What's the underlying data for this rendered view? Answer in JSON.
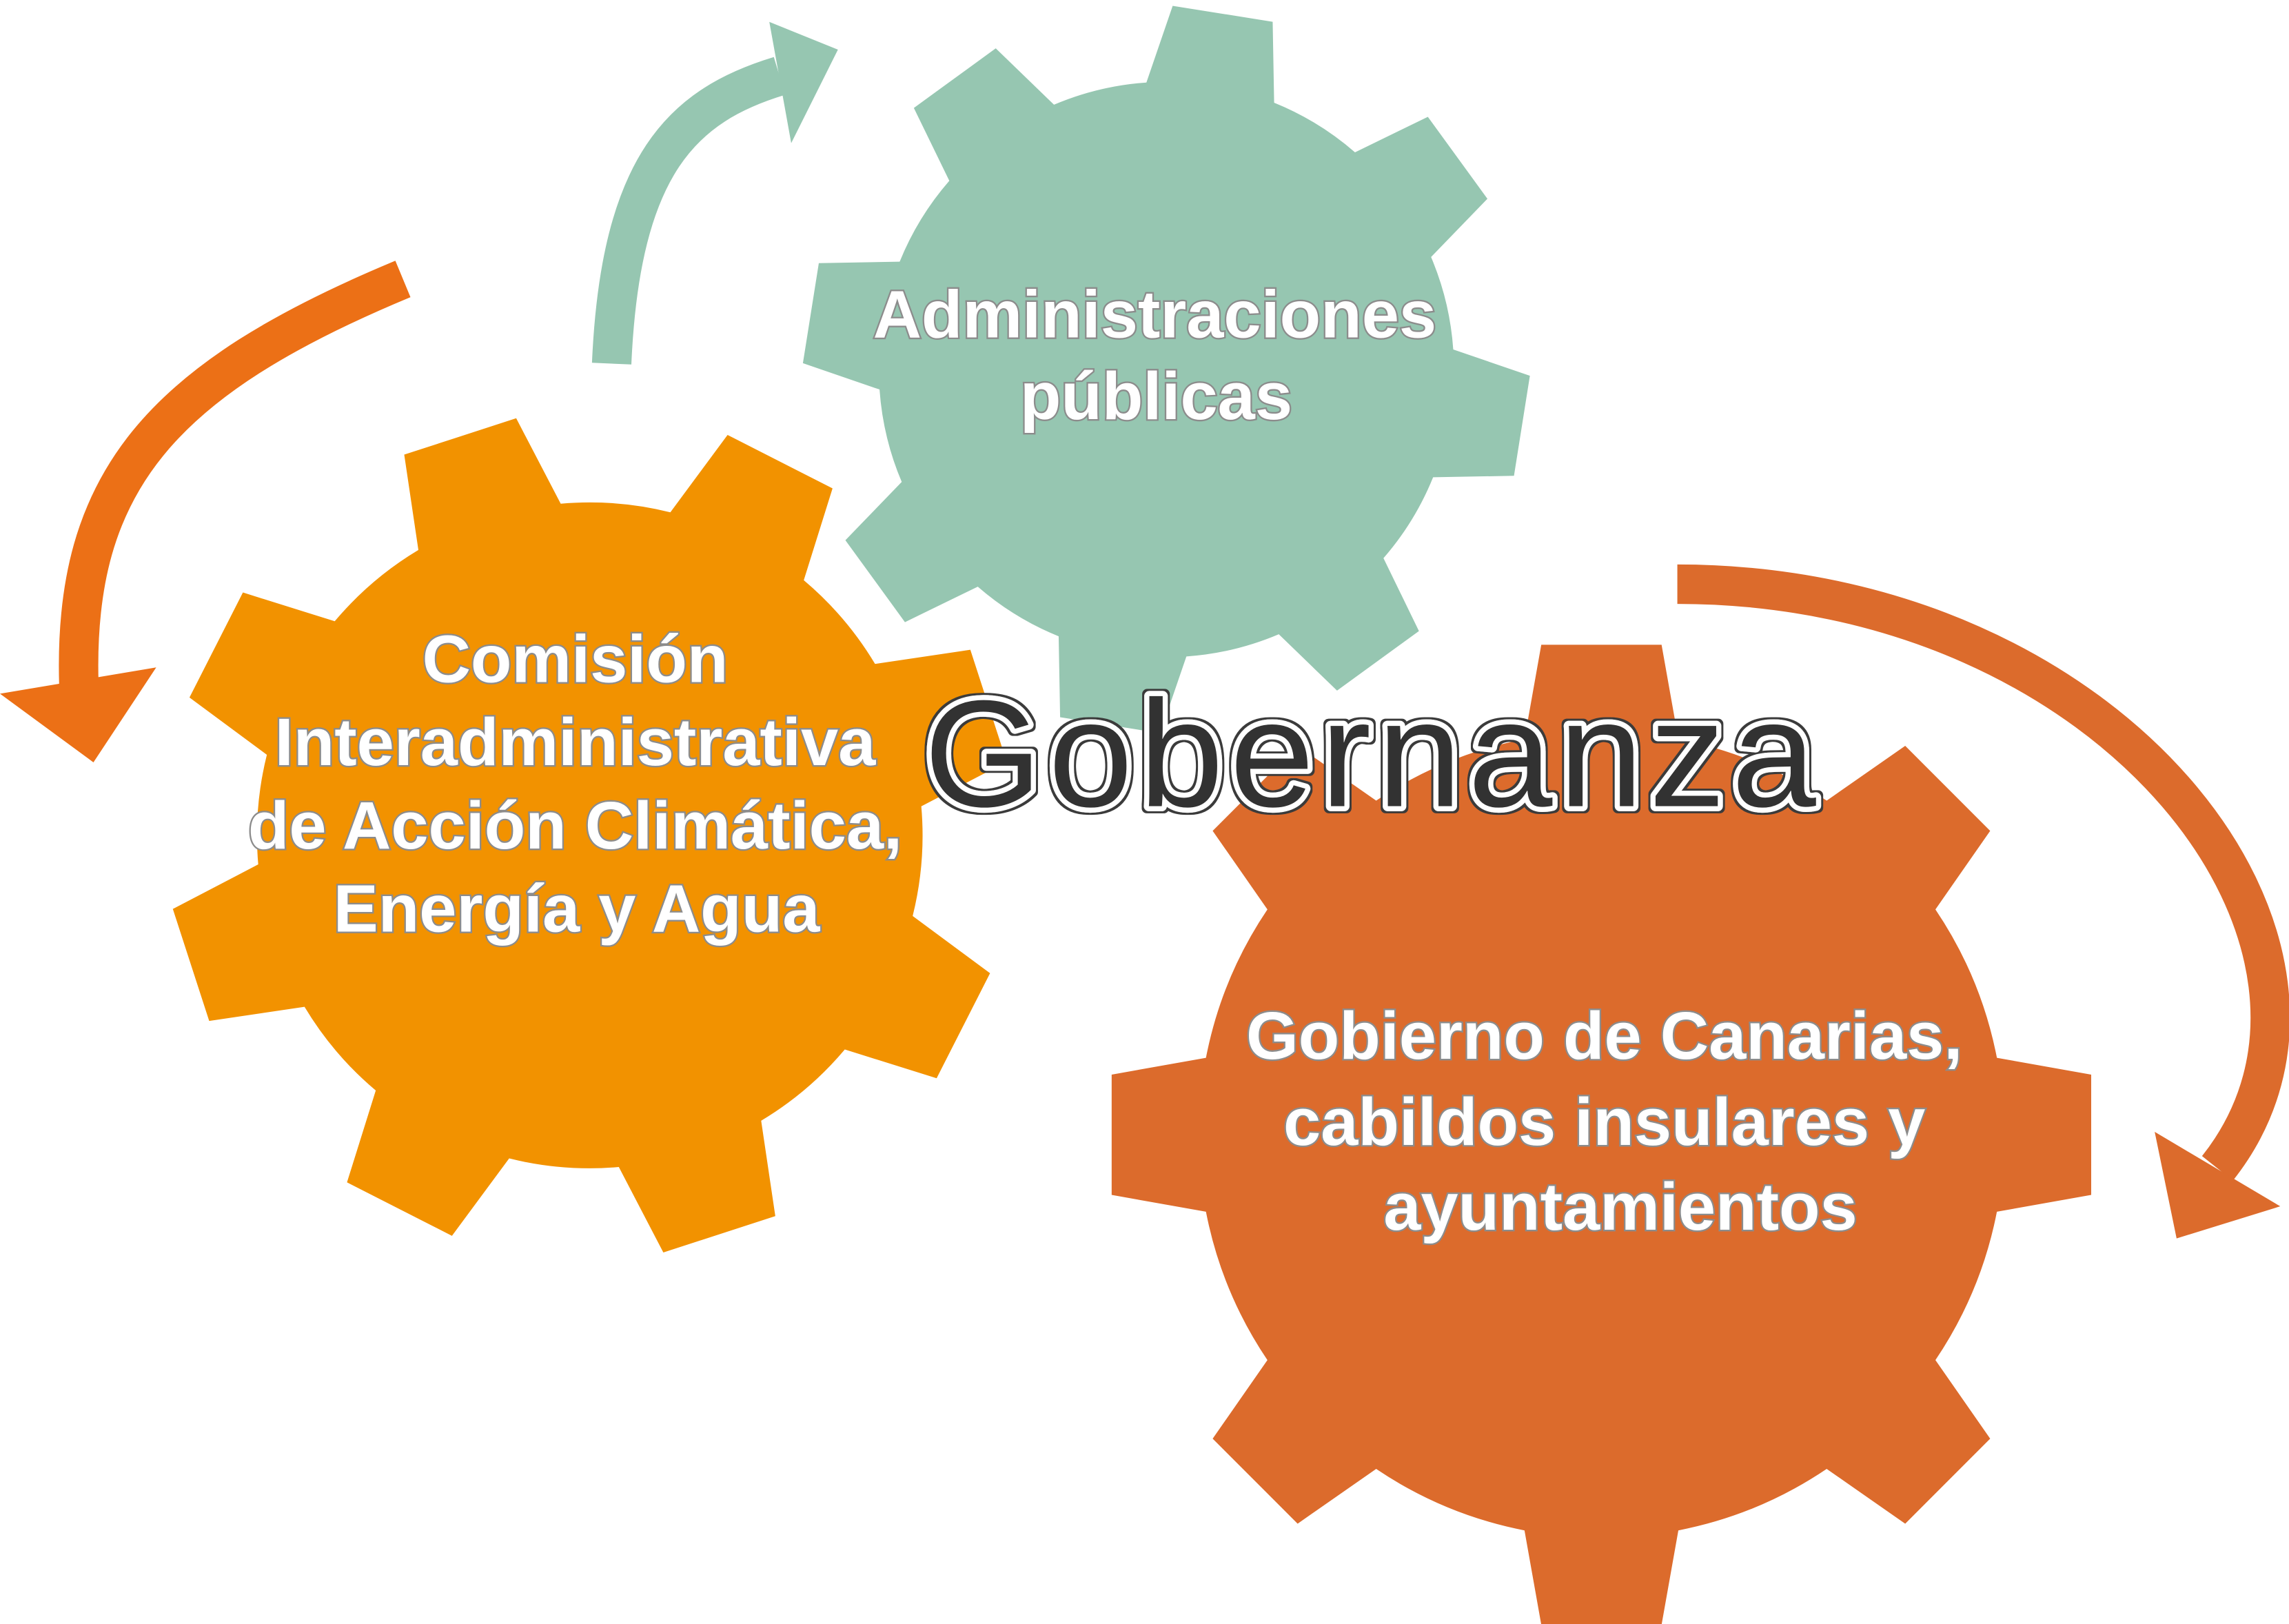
{
  "center_label": "Gobernanza",
  "gears": [
    {
      "lines": [
        "Administraciones",
        "públicas"
      ],
      "color": "#96C6B1"
    },
    {
      "lines": [
        "Comisión",
        "Interadministrativa",
        "de Acción Climática,",
        "Energía y Agua"
      ],
      "color": "#F29200"
    },
    {
      "lines": [
        "Gobierno de Canarias,",
        "cabildos insulares y",
        "ayuntamientos"
      ],
      "color": "#DC6B2C"
    }
  ],
  "arrows": [
    {
      "color": "#96C6B1"
    },
    {
      "color": "#EC7016"
    },
    {
      "color": "#DC6B2C"
    }
  ],
  "colors": {
    "center_label_fill": "#333333",
    "label_fill": "#FFFFFF"
  }
}
